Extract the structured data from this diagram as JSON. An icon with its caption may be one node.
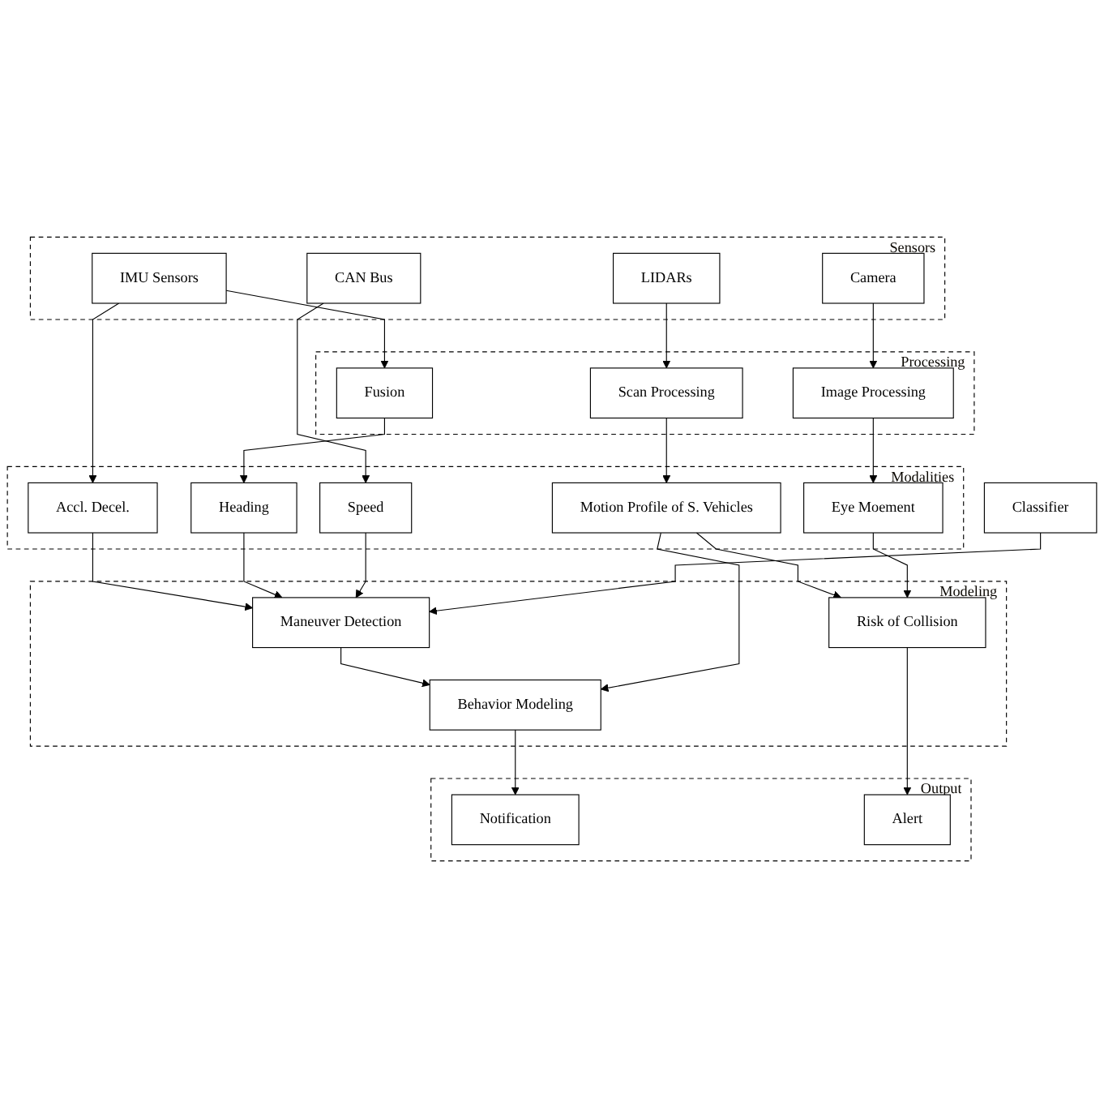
{
  "diagram": {
    "nodes": [
      {
        "text": [
          "Sensors"
        ]
      },
      {
        "text": [
          "IMU Sensors"
        ],
        "in": 0
      },
      {
        "text": [
          "CAN Bus"
        ],
        "in": 0
      },
      {
        "text": [
          "LIDARs"
        ],
        "in": 0
      },
      {
        "text": [
          "Camera"
        ],
        "in": 0
      },
      {
        "text": [
          "Processing"
        ]
      },
      {
        "text": [
          "Fusion"
        ],
        "in": 5
      },
      {
        "text": [
          "Scan Processing"
        ],
        "in": 5
      },
      {
        "text": [
          "Image Processing"
        ],
        "in": 5
      },
      {
        "text": [
          "Modalities"
        ]
      },
      {
        "text": [
          "Accl. Decel."
        ],
        "in": 9
      },
      {
        "text": [
          "Heading"
        ],
        "in": 9
      },
      {
        "text": [
          "Speed"
        ],
        "in": 9
      },
      {
        "text": [
          "Motion Profile of S. Vehicles"
        ],
        "in": 9
      },
      {
        "text": [
          "Eye Moement"
        ],
        "in": 9
      },
      {
        "text": [
          "Modeling"
        ]
      },
      {
        "text": [
          "Classifier"
        ]
      },
      {
        "text": [
          "Maneuver Detection"
        ],
        "in": 15
      },
      {
        "text": [
          "Behavior Modeling"
        ],
        "in": 15
      },
      {
        "text": [
          "Risk of Collision"
        ],
        "in": 15
      },
      {
        "text": [
          "Output"
        ]
      },
      {
        "text": [
          "Notification"
        ],
        "in": 20
      },
      {
        "text": [
          "Alert"
        ],
        "in": 20
      }
    ],
    "edges": [
      {
        "from": 1,
        "to": 6,
        "arrow": "to"
      },
      {
        "from": 1,
        "to": 10,
        "arrow": "to"
      },
      {
        "from": 2,
        "to": 12,
        "arrow": "to"
      },
      {
        "from": 3,
        "to": 7,
        "arrow": "to"
      },
      {
        "from": 4,
        "to": 8,
        "arrow": "to"
      },
      {
        "from": 6,
        "to": 11,
        "arrow": "to"
      },
      {
        "from": 7,
        "to": 13,
        "arrow": "to"
      },
      {
        "from": 8,
        "to": 14,
        "arrow": "to"
      },
      {
        "from": 10,
        "to": 17,
        "arrow": "to"
      },
      {
        "from": 11,
        "to": 17,
        "arrow": "to"
      },
      {
        "from": 12,
        "to": 17,
        "arrow": "to"
      },
      {
        "from": 16,
        "to": 17,
        "arrow": "to"
      },
      {
        "from": 17,
        "to": 18,
        "arrow": "to"
      },
      {
        "from": 13,
        "to": 18,
        "arrow": "to"
      },
      {
        "from": 13,
        "to": 19,
        "arrow": "to"
      },
      {
        "from": 14,
        "to": 19,
        "arrow": "to"
      },
      {
        "from": 18,
        "to": 21,
        "arrow": "to"
      },
      {
        "from": 19,
        "to": 22,
        "arrow": "to"
      }
    ]
  }
}
